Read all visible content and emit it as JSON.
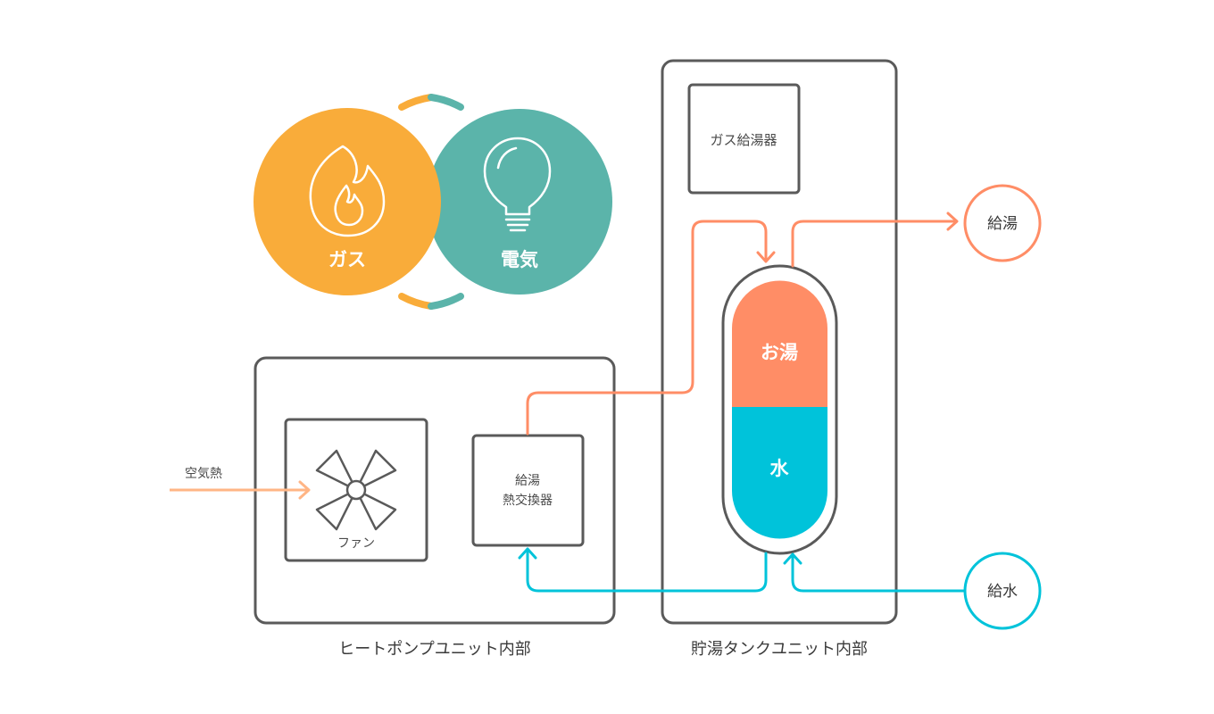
{
  "energy": {
    "gas_label": "ガス",
    "electric_label": "電気",
    "gas_color": "#F9AC3A",
    "electric_color": "#5BB4AA"
  },
  "heat_pump_unit": {
    "caption": "ヒートポンプユニット内部",
    "fan_label": "ファン",
    "exchanger_label_line1": "給湯",
    "exchanger_label_line2": "熱交換器",
    "air_heat_label": "空気熱"
  },
  "tank_unit": {
    "caption": "貯湯タンクユニット内部",
    "gas_heater_label": "ガス給湯器",
    "hot_water_label": "お湯",
    "water_label": "水",
    "hot_color": "#FF8D66",
    "cold_color": "#00C3DA"
  },
  "outputs": {
    "supply_hot_label": "給湯",
    "supply_water_label": "給水"
  },
  "colors": {
    "frame": "#5A5A5A",
    "air_heat_arrow": "#FFB585"
  }
}
